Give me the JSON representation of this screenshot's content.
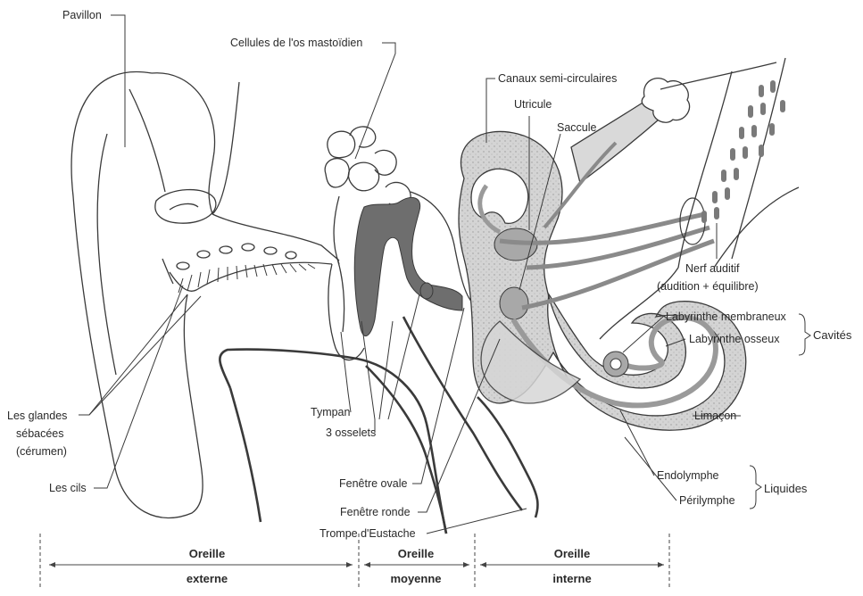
{
  "labels": {
    "pavillon": "Pavillon",
    "cellules": "Cellules de l'os mastoïdien",
    "canaux": "Canaux semi-circulaires",
    "utricule": "Utricule",
    "saccule": "Saccule",
    "nerf_line1": "Nerf auditif",
    "nerf_line2": "(audition + équilibre)",
    "lab_membraneux": "Labyrinthe membraneux",
    "lab_osseux": "Labyrinthe osseux",
    "cavites": "Cavités",
    "limacon": "Limaçon",
    "endolymphe": "Endolymphe",
    "perilymphe": "Périlymphe",
    "liquides": "Liquides",
    "glandes_line1": "Les glandes",
    "glandes_line2": "sébacées",
    "glandes_line3": "(cérumen)",
    "cils": "Les cils",
    "tympan": "Tympan",
    "osselets": "3 osselets",
    "fenetre_ovale": "Fenêtre ovale",
    "fenetre_ronde": "Fenêtre ronde",
    "trompe": "Trompe d'Eustache"
  },
  "zones": [
    {
      "line1": "Oreille",
      "line2": "externe"
    },
    {
      "line1": "Oreille",
      "line2": "moyenne"
    },
    {
      "line1": "Oreille",
      "line2": "interne"
    }
  ],
  "colors": {
    "ossicles": "#6e6e6e",
    "bony_labyrinth": "#d2d2d2",
    "membranous_labyrinth": "#a8a8a8",
    "nerve": "#8a8a8a",
    "outline": "#3a3a3a"
  }
}
